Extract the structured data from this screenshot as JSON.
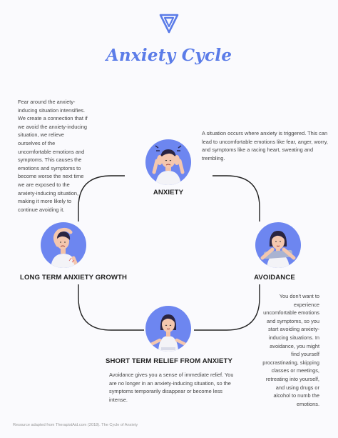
{
  "title": "Anxiety Cycle",
  "logo_icon": "triangle-logo-icon",
  "accent_color": "#5b7ce8",
  "circle_color": "#6d86f0",
  "stages": {
    "anxiety": {
      "label": "ANXIETY",
      "description": "A situation occurs where anxiety is triggered. This can lead to uncomfortable emotions like fear, anger, worry, and symptoms like a racing heart, sweating and trembling."
    },
    "avoidance": {
      "label": "AVOIDANCE",
      "description": "You don't want to experience uncomfortable emotions and symptoms, so you start avoiding anxiety-inducing situations. In avoidance, you might find yourself procrastinating, skipping classes or meetings, retreating into yourself, and using drugs or alcohol to numb the emotions."
    },
    "relief": {
      "label": "SHORT TERM RELIEF FROM ANXIETY",
      "description": "Avoidance gives you a sense of immediate relief. You are no longer in an anxiety-inducing situation, so the symptoms temporarily disappear or become less intense."
    },
    "growth": {
      "label": "LONG TERM ANXIETY GROWTH",
      "description": "Fear around the anxiety-inducing situation intensifies. We create a connection that if we avoid the anxiety-inducing situation, we relieve ourselves of the uncomfortable emotions and symptoms. This causes the emotions and symptoms to become worse the next time we are exposed to the anxiety-inducing situation, making it more likely to continue avoiding it."
    }
  },
  "footer": "Resource adapted from TherapistAid.com (2018). The Cycle of Anxiety"
}
